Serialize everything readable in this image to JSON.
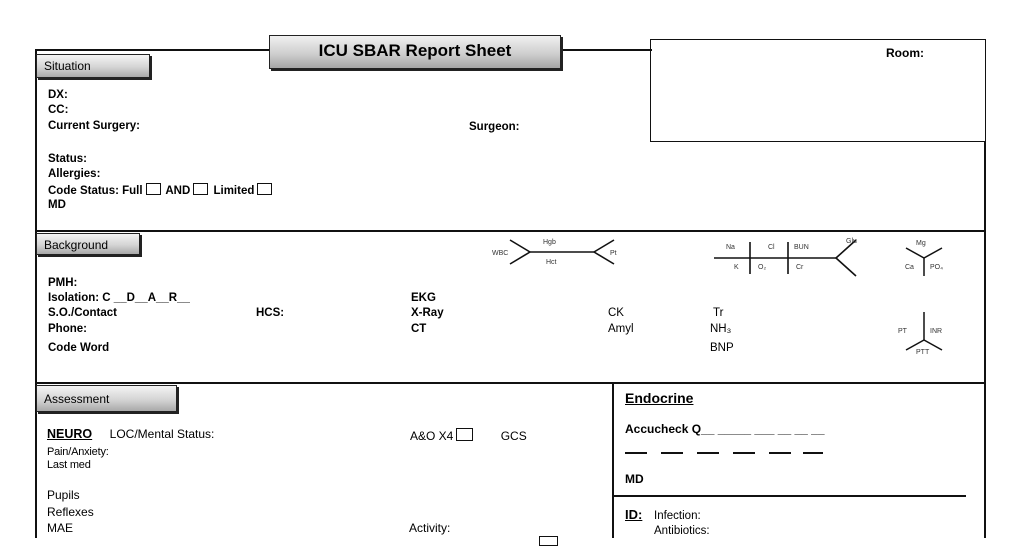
{
  "title": "ICU SBAR Report Sheet",
  "room_label": "Room:",
  "situation": {
    "tab": "Situation",
    "dx": "DX:",
    "cc": "CC:",
    "current_surgery": "Current Surgery:",
    "surgeon": "Surgeon:",
    "status": "Status:",
    "allergies": "Allergies:",
    "code_status": "Code Status: Full",
    "and": "AND",
    "limited": "Limited",
    "md": "MD"
  },
  "background": {
    "tab": "Background",
    "pmh": "PMH:",
    "isolation": "Isolation: C __D__A__R__",
    "so_contact": "S.O./Contact",
    "hcs": "HCS:",
    "phone": "Phone:",
    "code_word": "Code Word",
    "ekg": "EKG",
    "xray": "X-Ray",
    "ct": "CT",
    "ck": "CK",
    "amyl": "Amyl",
    "tr": "Tr",
    "nh3": "NH₃",
    "bnp": "BNP",
    "fishbone_cbc": {
      "wbc": "WBC",
      "hgb": "Hgb",
      "hct": "Hct",
      "plt": "Pt"
    },
    "fishbone_bmp": {
      "na": "Na",
      "cl": "Cl",
      "bun": "BUN",
      "k": "K",
      "co2": "O₂",
      "cr": "Cr",
      "glu": "Glu"
    },
    "fishbone_lytes": {
      "mg": "Mg",
      "ca": "Ca",
      "po4": "PO₄"
    },
    "fishbone_coag": {
      "pt": "PT",
      "inr": "INR",
      "ptt": "PTT"
    }
  },
  "assessment": {
    "tab": "Assessment",
    "neuro": "NEURO",
    "loc": "LOC/Mental Status:",
    "ao": "A&O X4",
    "gcs": "GCS",
    "pain": "Pain/Anxiety:",
    "last_med": "Last med",
    "pupils": "Pupils",
    "reflexes": "Reflexes",
    "mae": "MAE",
    "activity": "Activity:"
  },
  "endocrine": {
    "heading": "Endocrine",
    "accucheck": "Accucheck Q__ _____ ___ __ __ __",
    "md": "MD"
  },
  "id": {
    "heading": "ID:",
    "infection": "Infection:",
    "antibiotics": "Antibiotics:"
  }
}
